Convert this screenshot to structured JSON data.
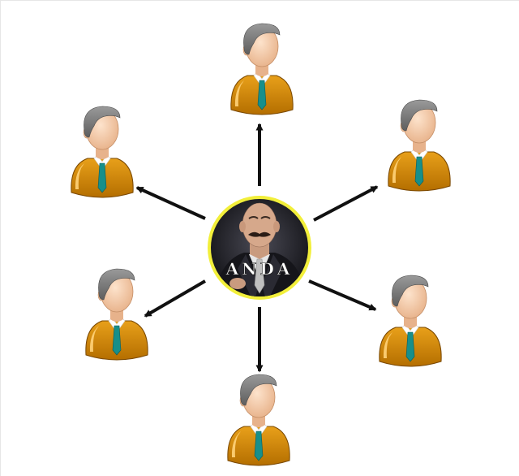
{
  "diagram": {
    "center": {
      "label": "ANDA",
      "ring_color": "#f2ef3a",
      "bg_color": "#1c1c22"
    },
    "person_colors": {
      "shirt_orange": "#d58a06",
      "shirt_dark": "#8a5200",
      "collar": "#ffffff",
      "tie": "#178f8a",
      "skin": "#f4c9a6",
      "hair": "#7f7f7f"
    },
    "arrow_color": "#111111",
    "nodes": [
      {
        "name": "person-top"
      },
      {
        "name": "person-upper-left"
      },
      {
        "name": "person-upper-right"
      },
      {
        "name": "person-lower-left"
      },
      {
        "name": "person-lower-right"
      },
      {
        "name": "person-bottom"
      }
    ]
  }
}
